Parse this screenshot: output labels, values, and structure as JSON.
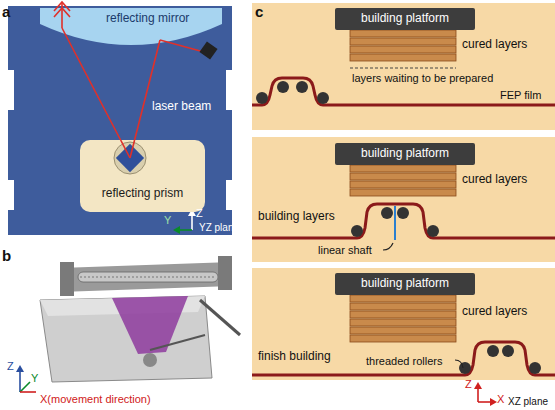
{
  "diagram": {
    "nodes": [
      {
        "text": [
          "reflecting prism"
        ]
      },
      {
        "text": [
          "building platform"
        ]
      },
      {
        "text": [
          "building platform"
        ]
      },
      {
        "text": [
          "building platform"
        ]
      }
    ],
    "labels": [
      "a",
      "reflecting mirror",
      "laser beam",
      "Z",
      "Y",
      "YZ plane",
      "b",
      "Z",
      "Y",
      "X(movement direction)",
      "c",
      "cured layers",
      "layers waiting to be prepared",
      "FEP film",
      "cured layers",
      "building layers",
      "linear shaft",
      "cured layers",
      "finish building",
      "threaded rollers",
      "Z",
      "X",
      "XZ plane"
    ]
  }
}
